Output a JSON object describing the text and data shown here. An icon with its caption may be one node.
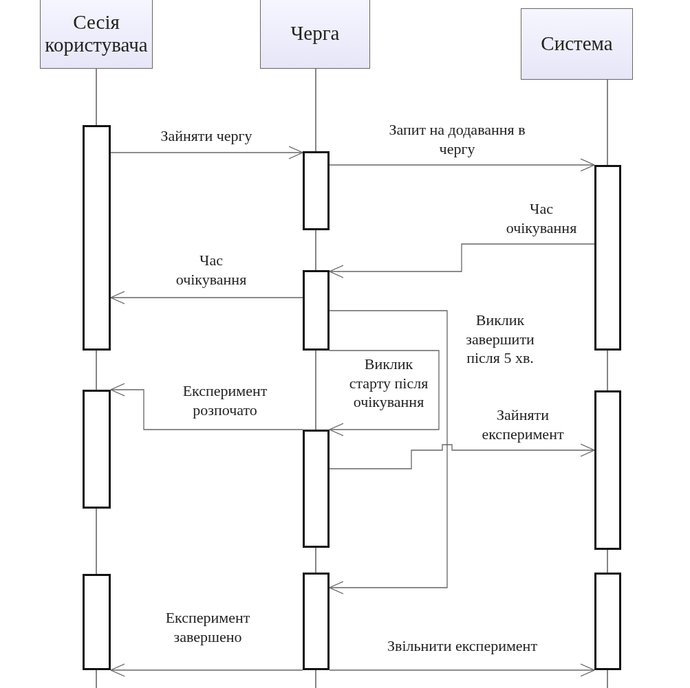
{
  "diagram": {
    "nodes": [
      {
        "text": [
          "Сесія користувача"
        ]
      },
      {
        "text": [
          "Черга"
        ]
      },
      {
        "text": [
          "Система"
        ]
      },
      {
        "text": [],
        "shape": "bar"
      },
      {
        "text": [],
        "shape": "bar"
      },
      {
        "text": [],
        "shape": "bar"
      },
      {
        "text": [],
        "shape": "bar"
      },
      {
        "text": [],
        "shape": "bar"
      },
      {
        "text": [],
        "shape": "bar"
      },
      {
        "text": [],
        "shape": "bar"
      },
      {
        "text": [],
        "shape": "bar"
      },
      {
        "text": [],
        "shape": "bar"
      },
      {
        "text": [],
        "shape": "bar"
      }
    ],
    "edges": [
      {
        "from": 3,
        "to": 6,
        "arrow": "to",
        "label": "Зайняти чергу"
      },
      {
        "from": 6,
        "to": 10,
        "arrow": "to",
        "label": "Запит на додавання в чергу"
      },
      {
        "from": 10,
        "to": 7,
        "arrow": "to",
        "label": "Час очікування"
      },
      {
        "from": 7,
        "to": 3,
        "arrow": "to",
        "label": "Час очікування"
      },
      {
        "from": 7,
        "to": 9,
        "arrow": "to",
        "label": "Виклик завершити після 5 хв."
      },
      {
        "from": 7,
        "to": 8,
        "arrow": "to",
        "label": "Виклик старту після очікування"
      },
      {
        "from": 8,
        "to": 4,
        "arrow": "to",
        "label": "Експеримент розпочато"
      },
      {
        "from": 8,
        "to": 11,
        "arrow": "to",
        "label": "Зайняти експеримент"
      },
      {
        "from": 9,
        "to": 5,
        "arrow": "to",
        "label": "Експеримент завершено"
      },
      {
        "from": 9,
        "to": 12,
        "arrow": "to",
        "label": "Звільнити експеримент"
      }
    ]
  }
}
